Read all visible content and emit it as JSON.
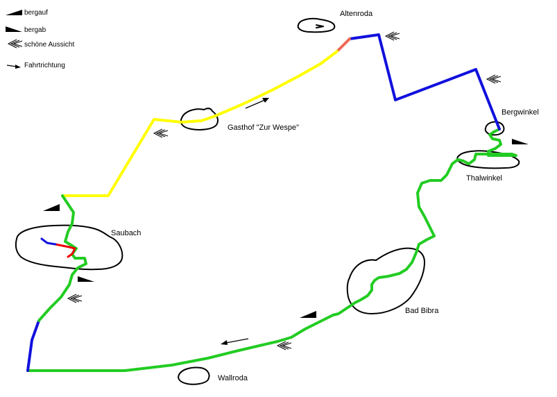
{
  "legend": {
    "uphill": "bergauf",
    "downhill": "bergab",
    "scenic_view": "schöne Aussicht",
    "direction": "Fahrtrichtung"
  },
  "places": {
    "altenroda": "Altenroda",
    "bergwinkel": "Bergwinkel",
    "thalwinkel": "Thalwinkel",
    "gasthof": "Gasthof \"Zur Wespe\"",
    "saubach": "Saubach",
    "bad_bibra": "Bad Bibra",
    "wallroda": "Wallroda"
  },
  "colors": {
    "route_green": "#22cc22",
    "route_blue": "#1111dd",
    "route_yellow": "#ffff00",
    "route_red": "#ee0000",
    "route_salmon": "#ee6655"
  },
  "icons": {
    "uphill": "uphill-wedge-icon",
    "downhill": "downhill-wedge-icon",
    "scenic_view": "scenic-view-icon",
    "direction": "direction-arrow-icon"
  }
}
